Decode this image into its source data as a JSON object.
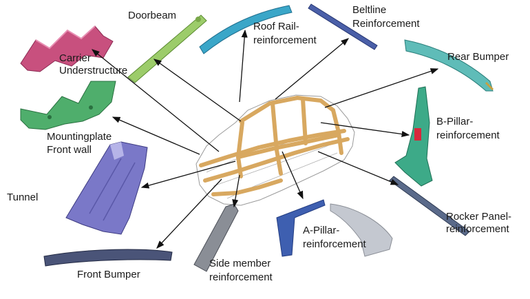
{
  "labels": {
    "doorbeam": "Doorbeam",
    "roof_rail_1": "Roof Rail-",
    "roof_rail_2": "reinforcement",
    "beltline_1": "Beltline",
    "beltline_2": "Reinforcement",
    "rear_bumper": "Rear Bumper",
    "carrier_1": "Carrier",
    "carrier_2": "Understructure",
    "mounting_1": "Mountingplate",
    "mounting_2": "Front wall",
    "b_pillar_1": "B-Pillar-",
    "b_pillar_2": "reinforcement",
    "tunnel": "Tunnel",
    "rocker_1": "Rocker Panel-",
    "rocker_2": "reinforcement",
    "a_pillar_1": "A-Pillar-",
    "a_pillar_2": "reinforcement",
    "front_bumper": "Front Bumper",
    "side_member_1": "Side member",
    "side_member_2": "reinforcement"
  },
  "colors": {
    "carrier": "#c8507e",
    "doorbeam": "#9ccc6a",
    "roof_rail": "#3aa6c8",
    "beltline": "#4a5fa8",
    "rear_bumper": "#5fbcb8",
    "mounting": "#4fae6c",
    "b_pillar": "#3daa88",
    "b_pillar_accent": "#d8283c",
    "tunnel": "#7a78c8",
    "rocker": "#5a6a8a",
    "a_pillar": "#3e5fb0",
    "a_pillar_outer": "#c4c8d0",
    "front_bumper": "#4a5478",
    "side_member": "#8a8e96",
    "body_frame": "#d8a860",
    "body_wire": "#9a9a9a"
  }
}
